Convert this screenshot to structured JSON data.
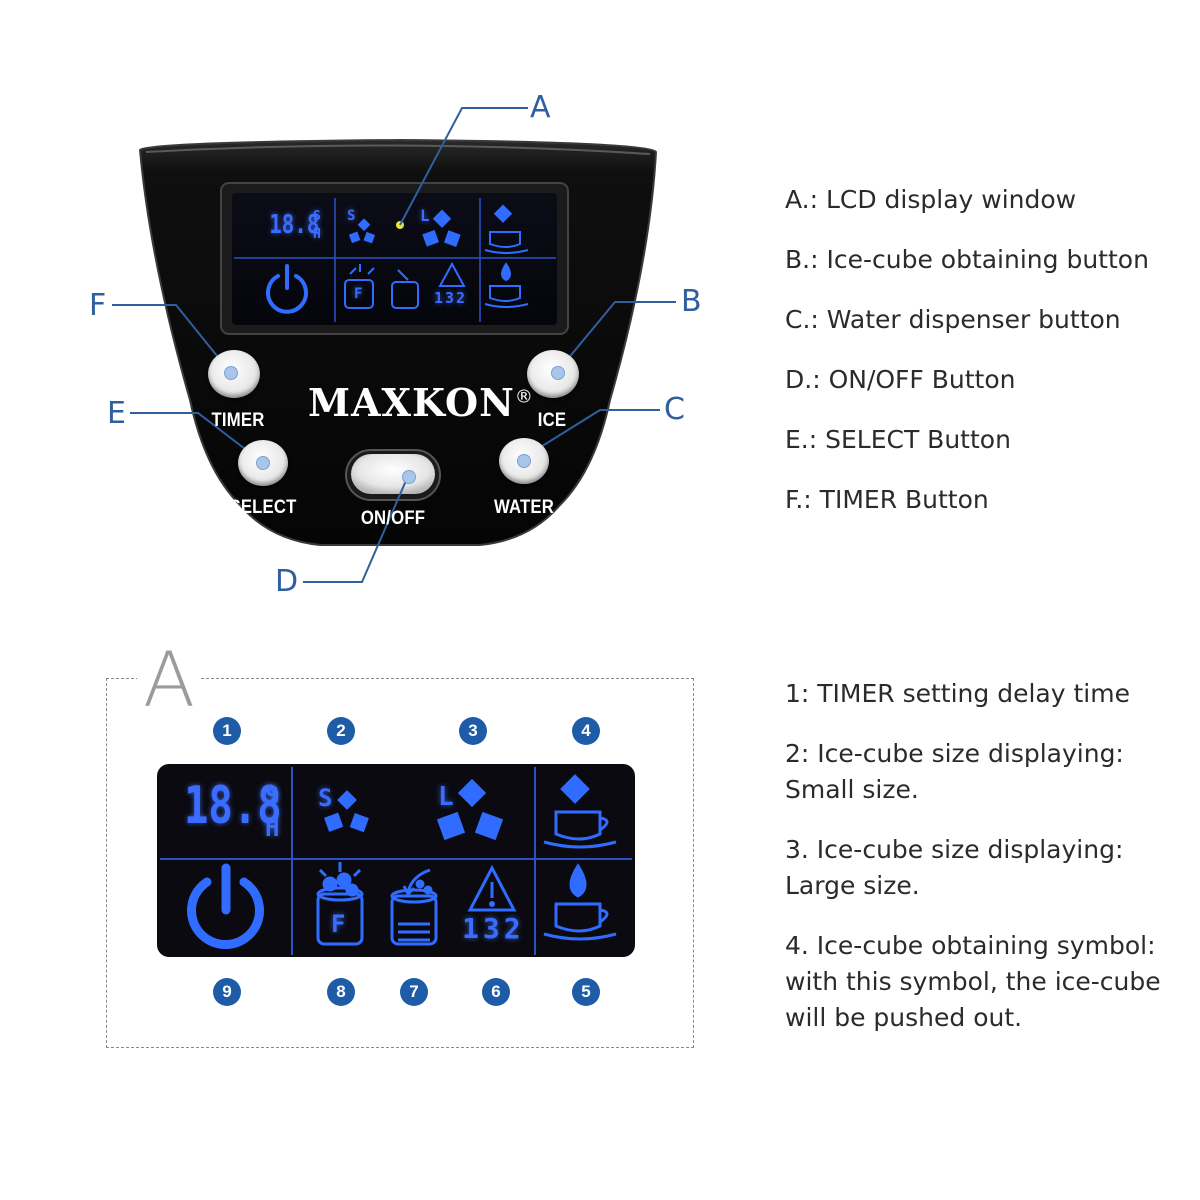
{
  "panel": {
    "brand": "MAXKON",
    "brand_mark": "®",
    "buttons": {
      "timer": "TIMER",
      "select": "SELECT",
      "on_off": "ON/OFF",
      "ice": "ICE",
      "water": "WATER"
    },
    "lcd": {
      "digits": "18.8",
      "unit_top": "S",
      "unit_bottom": "H",
      "small_letter": "S",
      "large_letter": "L",
      "full_letter": "F",
      "error_codes": "132"
    }
  },
  "callouts": {
    "a": "A",
    "b": "B",
    "c": "C",
    "d": "D",
    "e": "E",
    "f": "F"
  },
  "legend_letters": [
    "A.: LCD display window",
    "B.: Ice-cube obtaining button",
    "C.: Water dispenser button",
    "D.: ON/OFF Button",
    "E.: SELECT Button",
    "F.: TIMER Button"
  ],
  "detail": {
    "section_letter": "A",
    "numbers_top": [
      "1",
      "2",
      "3",
      "4"
    ],
    "numbers_bottom": [
      "9",
      "8",
      "7",
      "6",
      "5"
    ]
  },
  "legend_numbers": {
    "n1": "1: TIMER setting delay time",
    "n2_l1": "2: Ice-cube size displaying:",
    "n2_l2": "Small size.",
    "n3_l1": "3. Ice-cube size displaying:",
    "n3_l2": "Large size.",
    "n4_l1": "4. Ice-cube obtaining symbol:",
    "n4_l2": "with this symbol, the ice-cube",
    "n4_l3": "will be pushed out."
  },
  "colors": {
    "accent_blue": "#2f5f9e",
    "lcd_blue": "#3a6cff",
    "panel_black": "#0d0d0d",
    "badge_blue": "#1f5ca8"
  }
}
